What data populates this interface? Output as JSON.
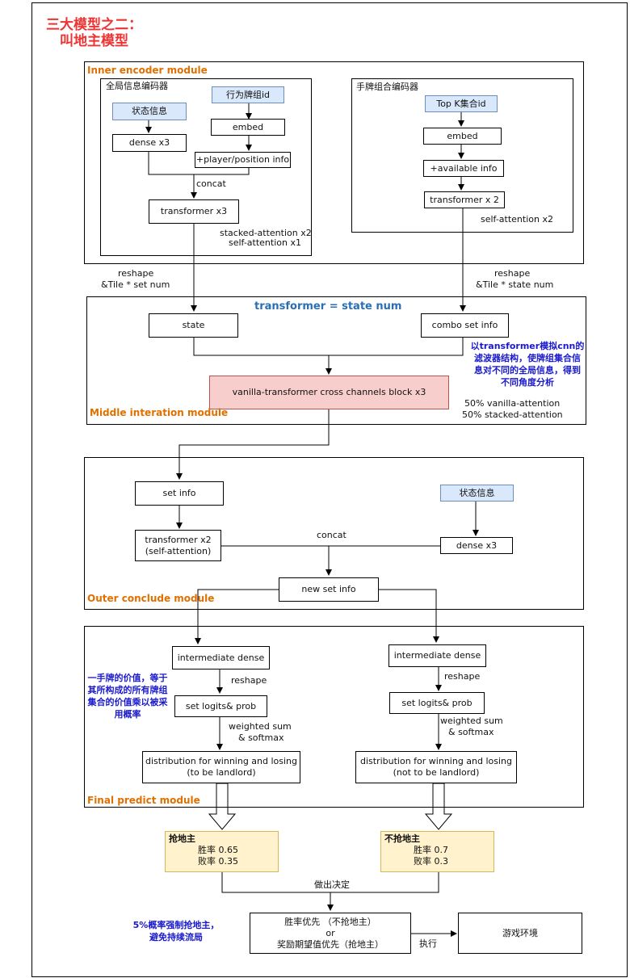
{
  "title": {
    "line1": "三大模型之二：",
    "line2": "叫地主模型"
  },
  "modules": {
    "inner": "Inner encoder module",
    "middle": "Middle interation module",
    "outer": "Outer conclude module",
    "final": "Final predict module"
  },
  "inner": {
    "global_title": "全局信息编码器",
    "state_info": "状态信息",
    "action_id": "行为牌组id",
    "dense3": "dense x3",
    "embed": "embed",
    "player_info": "+player/position info",
    "concat": "concat",
    "transformer3": "transformer x3",
    "attn_note1": "stacked-attention x2",
    "attn_note2": "self-attention x1",
    "hand_title": "手牌组合编码器",
    "topk": "Top K集合id",
    "embed2": "embed",
    "available": "+available info",
    "transformer2": "transformer x 2",
    "self_attn2": "self-attention x2"
  },
  "reshape_left": {
    "line1": "reshape",
    "line2": "&Tile * set num"
  },
  "reshape_right": {
    "line1": "reshape",
    "line2": "&Tile * state num"
  },
  "middle": {
    "header": "transformer =  state num",
    "state": "state",
    "combo": "combo set info",
    "vanilla": "vanilla-transformer cross channels block x3",
    "note": "以transformer模拟cnn的滤波器结构，使牌组集合信息对不同的全局信息，得到不同角度分析",
    "mix1": "50% vanilla-attention",
    "mix2": "50% stacked-attention"
  },
  "outer": {
    "set_info": "set info",
    "state_info": "状态信息",
    "transformer2_l1": "transformer x2",
    "transformer2_l2": "(self-attention)",
    "concat": "concat",
    "dense3": "dense x3",
    "new_set": "new set info"
  },
  "final": {
    "note": "一手牌的价值，等于其所构成的所有牌组集合的价值乘以被采用概率",
    "left": {
      "inter": "intermediate dense",
      "reshape": "reshape",
      "logits": "set logits& prob",
      "ws1": "weighted sum",
      "ws2": "& softmax",
      "dist1": "distribution for winning and losing",
      "dist2": "(to be landlord)"
    },
    "right": {
      "inter": "intermediate dense",
      "reshape": "reshape",
      "logits": "set logits& prob",
      "ws1": "weighted sum",
      "ws2": "& softmax",
      "dist1": "distribution for winning and losing",
      "dist2": "(not to be landlord)"
    }
  },
  "result_left": {
    "title": "抢地主",
    "win": "胜率   0.65",
    "lose": "败率   0.35"
  },
  "result_right": {
    "title": "不抢地主",
    "win": "胜率   0.7",
    "lose": "败率   0.3"
  },
  "decision": "做出决定",
  "choice": {
    "line1": "胜率优先  （不抢地主）",
    "line2": "or",
    "line3": "奖励期望值优先（抢地主）"
  },
  "force_note": "5%概率强制抢地主，避免持续流局",
  "execute": "执行",
  "env": "游戏环境"
}
